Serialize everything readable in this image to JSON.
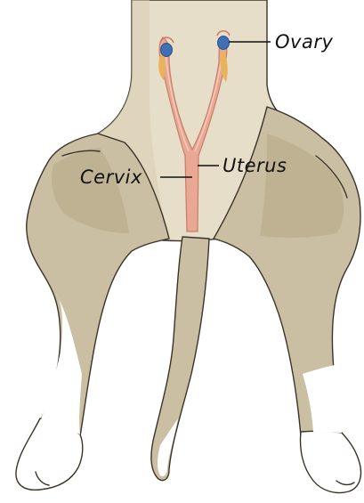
{
  "labels": {
    "ovary": "Ovary",
    "uterus": "Uterus",
    "cervix": "Cervix"
  },
  "colors": {
    "fur": "#cbbfa3",
    "fur_shade": "#b6a885",
    "belly": "#e6dec9",
    "paw": "#ffffff",
    "uterus": "#e8a893",
    "uterus_dark": "#c97d67",
    "ovary": "#3f6fb5",
    "fat_pad": "#e8b35a",
    "text": "#111111"
  }
}
